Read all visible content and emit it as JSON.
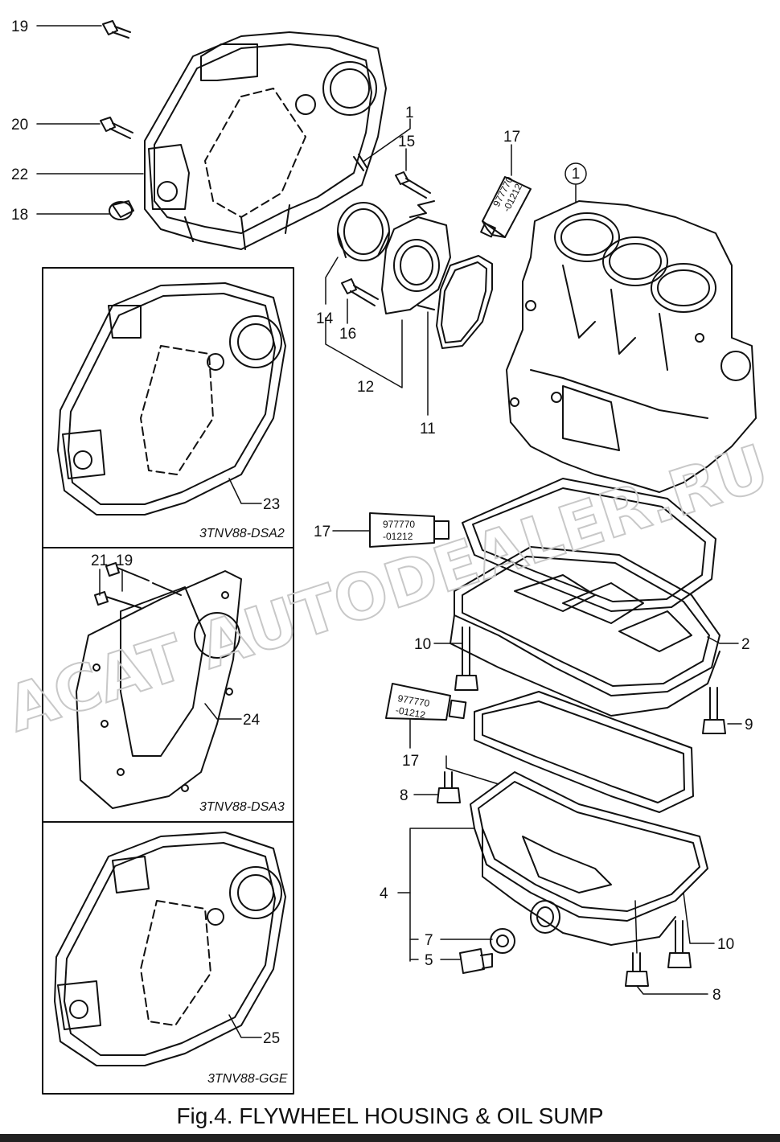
{
  "caption": "Fig.4.  FLYWHEEL HOUSING & OIL SUMP",
  "watermark": "ACAT AUTODEALER.RU",
  "circled_label": "1",
  "tube_label_line1": "977770",
  "tube_label_line2": "-01212",
  "variants": {
    "panel1": "3TNV88-DSA2",
    "panel2": "3TNV88-DSA3",
    "panel3": "3TNV88-GGE"
  },
  "callouts": {
    "c19_top": "19",
    "c20": "20",
    "c22": "22",
    "c18": "18",
    "c1": "1",
    "c15": "15",
    "c17_top": "17",
    "c14": "14",
    "c16": "16",
    "c12": "12",
    "c11": "11",
    "c23": "23",
    "c17_mid": "17",
    "c21": "21",
    "c19_mid": "19",
    "c24": "24",
    "c10_top": "10",
    "c2": "2",
    "c9": "9",
    "c17_low": "17",
    "c8_left": "8",
    "c4": "4",
    "c7": "7",
    "c5": "5",
    "c10_low": "10",
    "c8_low": "8",
    "c25": "25"
  }
}
